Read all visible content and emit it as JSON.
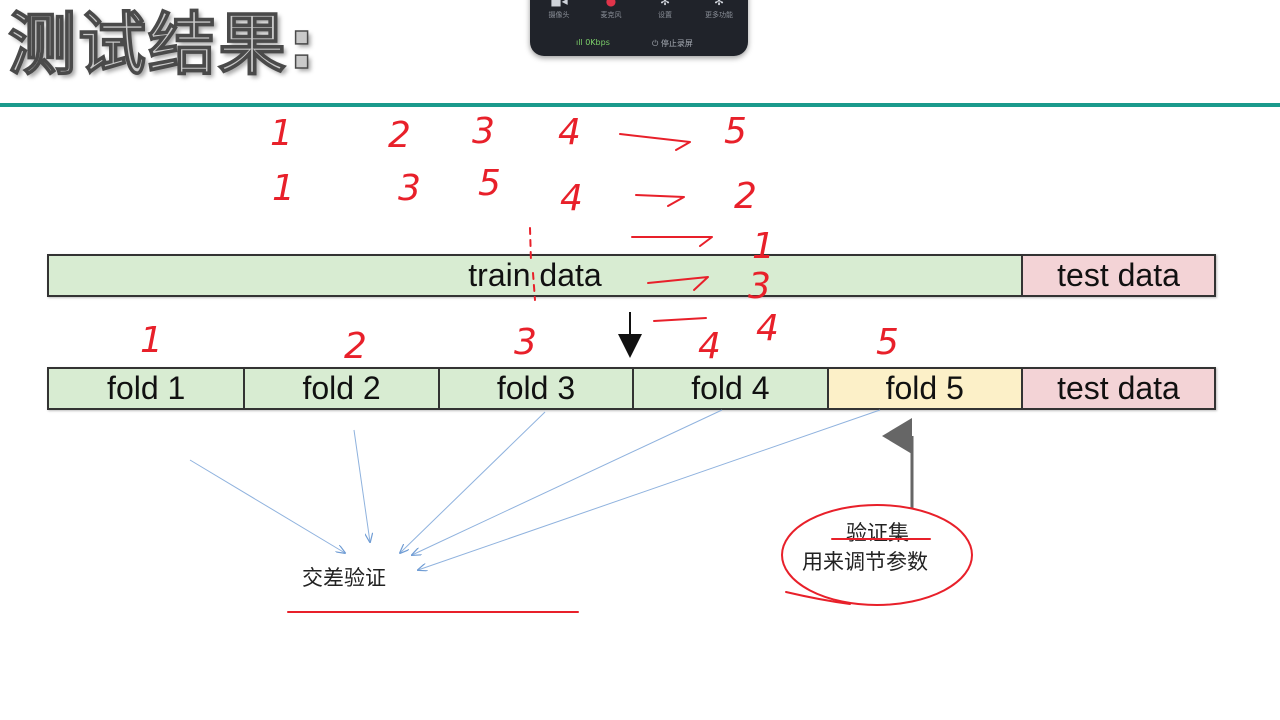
{
  "slide": {
    "title": "测试结果:"
  },
  "recorder": {
    "buttons": [
      {
        "icon": "camera-icon",
        "label": "摄像头"
      },
      {
        "icon": "mic-icon",
        "label": "麦克风"
      },
      {
        "icon": "gear-icon",
        "label": "设置"
      },
      {
        "icon": "gear-icon",
        "label": "更多功能"
      }
    ],
    "signal": "ıll 0Kbps",
    "stop": "⏻ 停止录屏"
  },
  "diagram": {
    "train_bar": {
      "train_label": "train data",
      "test_label": "test data"
    },
    "fold_bar": {
      "folds": [
        "fold 1",
        "fold 2",
        "fold 3",
        "fold 4",
        "fold 5"
      ],
      "test_label": "test data",
      "highlight_fold": "fold 5"
    },
    "cross_validation_label": "交差验证",
    "validation_set_label": "验证集",
    "validation_set_desc": "用来调节参数",
    "colors": {
      "train": "#d8ecd2",
      "test": "#f3d3d6",
      "validation": "#fcf0c8",
      "accent_rule": "#1a9a8c",
      "ink": "#e8202a"
    }
  },
  "annotations": {
    "order_row_1": [
      "1",
      "2",
      "3",
      "4",
      "5"
    ],
    "order_row_2": [
      "1",
      "3",
      "5",
      "4",
      "2"
    ],
    "order_col": [
      "1",
      "3",
      "4"
    ],
    "fold_numbers": [
      "1",
      "2",
      "3",
      "4",
      "5"
    ]
  }
}
